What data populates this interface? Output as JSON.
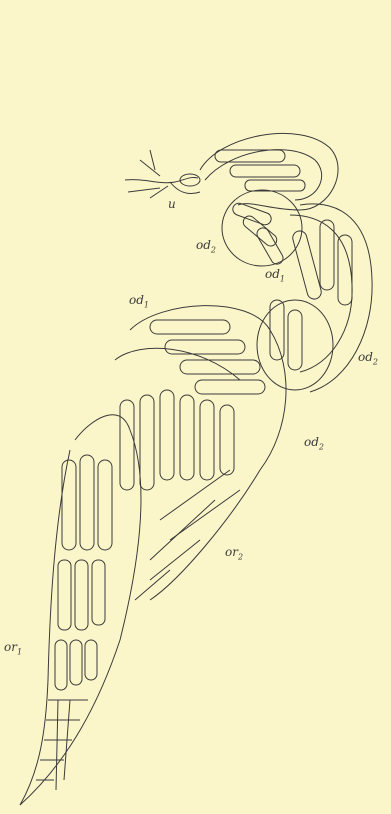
{
  "figure": {
    "background": "#fbf6c9",
    "ink": "#3a3a3a",
    "labels": {
      "u": "u",
      "od2_top": "od2",
      "od1_mid": "od1",
      "od1_left": "od1",
      "od2_right": "od2",
      "od2_lower": "od2",
      "or2": "or2",
      "or1": "or1"
    }
  }
}
